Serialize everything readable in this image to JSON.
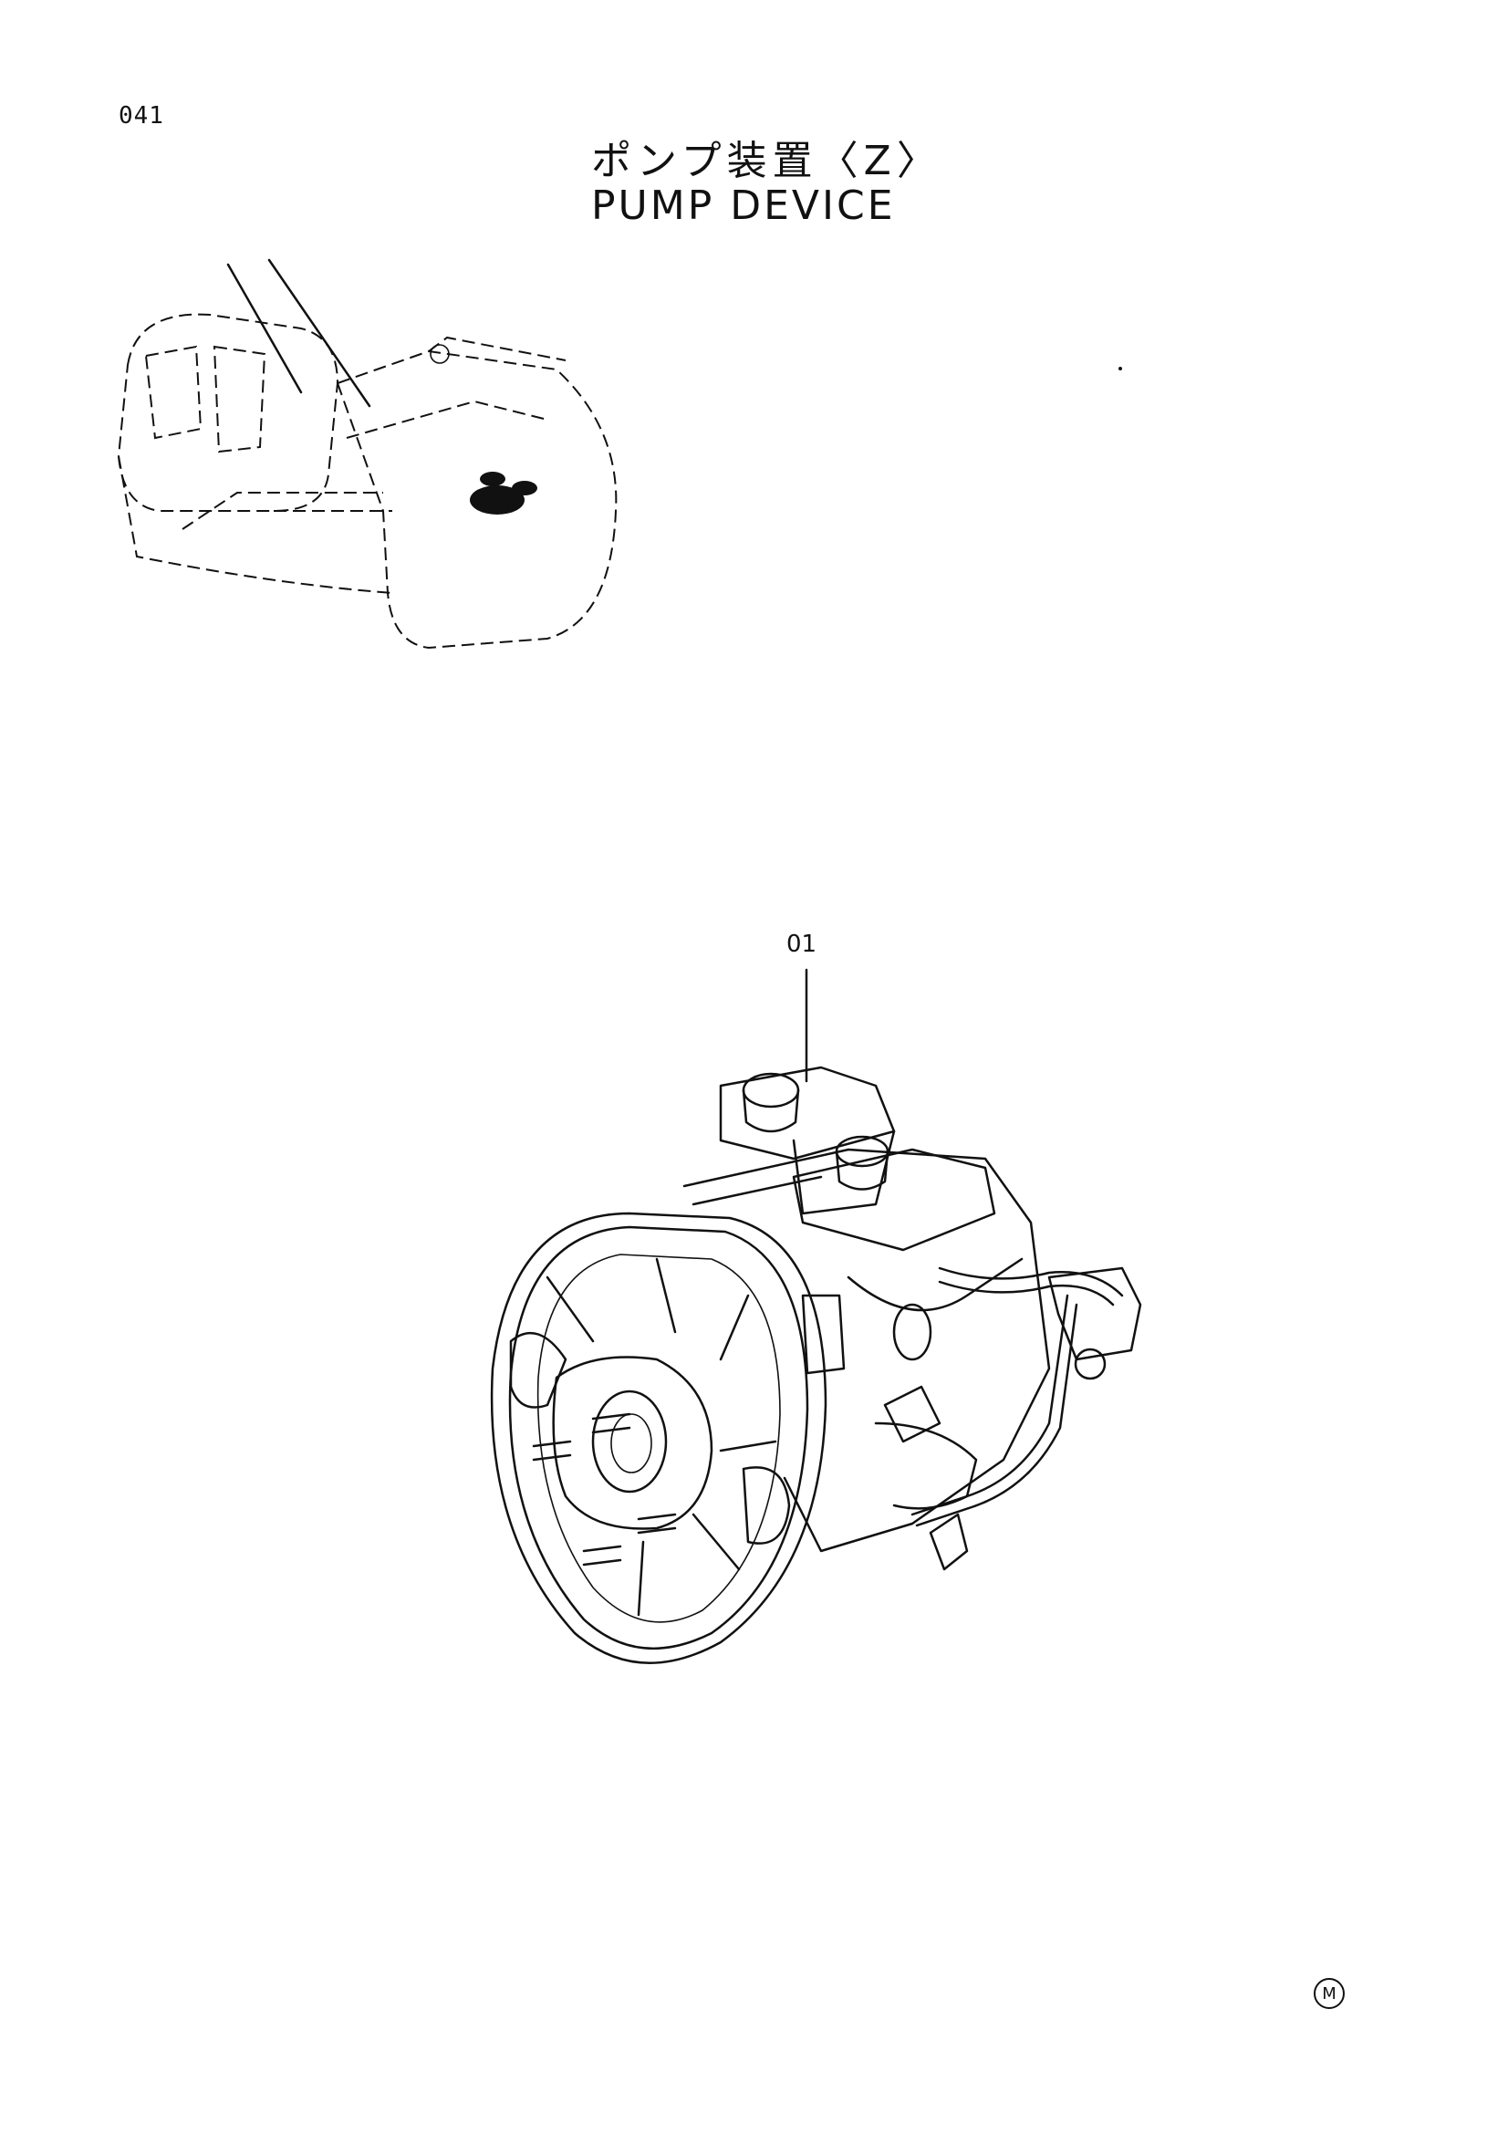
{
  "page": {
    "number": "041",
    "title_jp": "ポンプ装置〈Z〉",
    "title_en": "PUMP DEVICE"
  },
  "callouts": [
    {
      "label": "01"
    }
  ],
  "footer_mark": "M",
  "illustrations": {
    "locator": "excavator-upper-structure-icon",
    "main": "hydraulic-pump-assembly-icon"
  }
}
